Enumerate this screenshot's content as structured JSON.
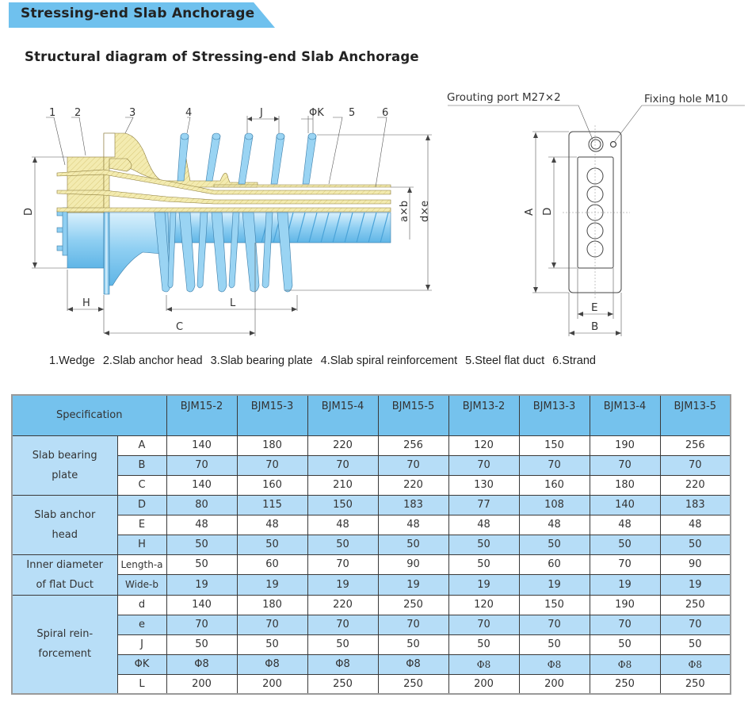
{
  "banner": {
    "title": "Stressing-end Slab Anchorage"
  },
  "subtitle": "Structural diagram of Stressing-end Slab Anchorage",
  "diagram": {
    "side_view": {
      "callouts": [
        "1",
        "2",
        "3",
        "4",
        "J",
        "ΦK",
        "5",
        "6"
      ],
      "dimensions": {
        "D": "D",
        "H": "H",
        "C": "C",
        "L": "L",
        "axb": "a×b",
        "dxe": "d×e"
      }
    },
    "front_view": {
      "grouting_port": "Grouting port M27×2",
      "fixing_hole": "Fixing hole M10",
      "dimensions": {
        "A": "A",
        "D": "D",
        "E": "E",
        "B": "B"
      },
      "strand_holes": 5
    },
    "colors": {
      "steel_blue": "#7cc4ee",
      "yellow_hatch": "#f3ebb0"
    }
  },
  "legend": [
    "1.Wedge",
    "2.Slab anchor head",
    "3.Slab bearing plate",
    "4.Slab spiral reinforcement",
    "5.Steel flat duct",
    "6.Strand"
  ],
  "table": {
    "header_label": "Specification",
    "models": [
      "BJM15-2",
      "BJM15-3",
      "BJM15-4",
      "BJM15-5",
      "BJM13-2",
      "BJM13-3",
      "BJM13-4",
      "BJM13-5"
    ],
    "groups": [
      {
        "name": "Slab bearing plate",
        "rows": [
          {
            "symbol": "A",
            "values": [
              "140",
              "180",
              "220",
              "256",
              "120",
              "150",
              "190",
              "256"
            ]
          },
          {
            "symbol": "B",
            "values": [
              "70",
              "70",
              "70",
              "70",
              "70",
              "70",
              "70",
              "70"
            ]
          },
          {
            "symbol": "C",
            "values": [
              "140",
              "160",
              "210",
              "220",
              "130",
              "160",
              "180",
              "220"
            ]
          }
        ]
      },
      {
        "name": "Slab anchor head",
        "rows": [
          {
            "symbol": "D",
            "values": [
              "80",
              "115",
              "150",
              "183",
              "77",
              "108",
              "140",
              "183"
            ]
          },
          {
            "symbol": "E",
            "values": [
              "48",
              "48",
              "48",
              "48",
              "48",
              "48",
              "48",
              "48"
            ]
          },
          {
            "symbol": "H",
            "values": [
              "50",
              "50",
              "50",
              "50",
              "50",
              "50",
              "50",
              "50"
            ]
          }
        ]
      },
      {
        "name": "Inner diameter of flat Duct",
        "rows": [
          {
            "symbol": "Length-a",
            "values": [
              "50",
              "60",
              "70",
              "90",
              "50",
              "60",
              "70",
              "90"
            ]
          },
          {
            "symbol": "Wide-b",
            "values": [
              "19",
              "19",
              "19",
              "19",
              "19",
              "19",
              "19",
              "19"
            ]
          }
        ]
      },
      {
        "name": "Spiral rein-forcement",
        "rows": [
          {
            "symbol": "d",
            "values": [
              "140",
              "180",
              "220",
              "250",
              "120",
              "150",
              "190",
              "250"
            ]
          },
          {
            "symbol": "e",
            "values": [
              "70",
              "70",
              "70",
              "70",
              "70",
              "70",
              "70",
              "70"
            ]
          },
          {
            "symbol": "J",
            "values": [
              "50",
              "50",
              "50",
              "50",
              "50",
              "50",
              "50",
              "50"
            ]
          },
          {
            "symbol": "ΦK",
            "values": [
              "Φ8",
              "Φ8",
              "Φ8",
              "Φ8",
              "Φ8",
              "Φ8",
              "Φ8",
              "Φ8"
            ]
          },
          {
            "symbol": "L",
            "values": [
              "200",
              "200",
              "250",
              "250",
              "200",
              "200",
              "250",
              "250"
            ]
          }
        ]
      }
    ]
  }
}
